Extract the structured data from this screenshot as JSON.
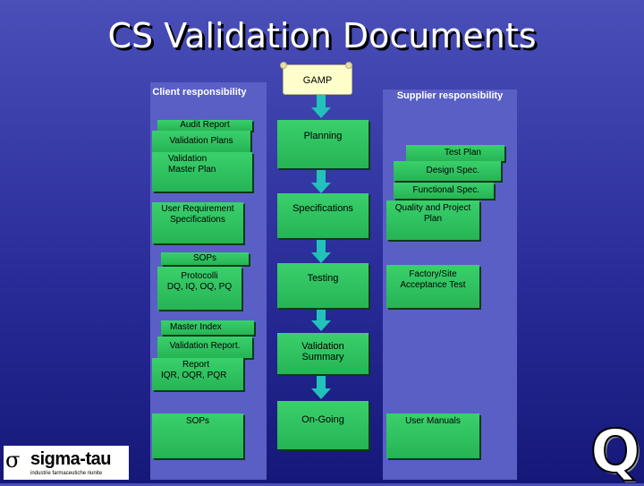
{
  "title": "CS Validation Documents",
  "gamp": "GAMP",
  "headers": {
    "client": "Client responsibility",
    "supplier": "Supplier responsibility"
  },
  "phases": {
    "planning": "Planning",
    "specifications": "Specifications",
    "testing": "Testing",
    "validation_summary_l1": "Validation",
    "validation_summary_l2": "Summary",
    "ongoing": "On-Going"
  },
  "client_docs": {
    "audit_report": "Audit Report",
    "validation_plans": "Validation Plans",
    "vmp_l1": "Validation",
    "vmp_l2": "Master Plan",
    "urs_l1": "User Requirement",
    "urs_l2": "Specifications",
    "sops_upper": "SOPs",
    "protocols_l1": "Protocolli",
    "protocols_l2": "DQ, IQ, OQ, PQ",
    "master_index": "Master Index",
    "validation_report": "Validation Report.",
    "report_l1": "Report",
    "report_l2": "IQR, OQR, PQR",
    "sops_lower": "SOPs"
  },
  "supplier_docs": {
    "test_plan": "Test Plan",
    "design_spec": "Design Spec.",
    "functional_spec": "Functional Spec.",
    "quality_l1": "Quality and Project",
    "quality_l2": "Plan",
    "fat_l1": "Factory/Site",
    "fat_l2": "Acceptance Test",
    "user_manuals": "User Manuals"
  },
  "logo": {
    "symbol": "σ",
    "name": "sigma-tau",
    "subtitle": "industrie farmaceutiche riunite"
  },
  "corner_letter": "Q",
  "colors": {
    "background": "#2a2d9a",
    "panel": "#5a5fc6",
    "green_box": "#33cc66",
    "document": "#ffffcc",
    "arrow": "#22c1bb"
  }
}
